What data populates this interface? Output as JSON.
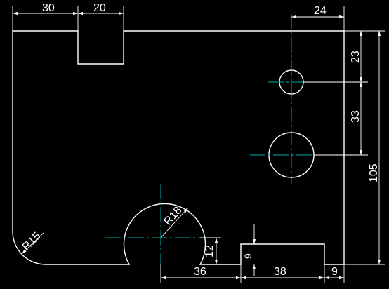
{
  "colors": {
    "background": "#000000",
    "geometry": "#ffffff",
    "centerlines": "#00a8a8",
    "dim_text": "#ffffff"
  },
  "dimensions": {
    "top_notch_offset": "30",
    "top_notch_width": "20",
    "top_right_offset": "24",
    "hole1_from_top": "23",
    "hole_spacing": "33",
    "overall_height": "105",
    "corner_radius": "R15",
    "cutout_radius": "R18",
    "step_height": "12",
    "step_offset": "36",
    "step_width": "38",
    "step_right_offset": "9",
    "step_rise": "9"
  }
}
